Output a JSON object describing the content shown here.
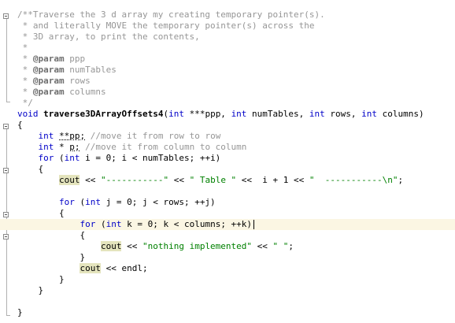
{
  "lines": [
    "/**Traverse the 3 d array my creating temporary pointer(s).",
    " * and literally MOVE the temporary pointer(s) across the",
    " * 3D array, to print the contents,",
    " *",
    " * @param ppp",
    " * @param numTables",
    " * @param rows",
    " * @param columns",
    " */",
    "void traverse3DArrayOffsets4(int ***ppp, int numTables, int rows, int columns)",
    "{",
    "    int **pp; //move it from row to row",
    "    int * p; //move it from column to column",
    "    for (int i = 0; i < numTables; ++i)",
    "    {",
    "        cout << \"-----------\" << \" Table \" << i + 1 << \"  -----------\\n\";",
    "",
    "        for (int j = 0; j < rows; ++j)",
    "        {",
    "            for (int k = 0; k < columns; ++k)",
    "            {",
    "                cout << \"nothing implemented\" << \" \";",
    "            }",
    "            cout << endl;",
    "        }",
    "    }",
    "",
    "}"
  ],
  "tokens": {
    "comment_open": "/**Traverse the 3 d array my creating temporary pointer(s).",
    "c1": " * and literally MOVE the temporary pointer(s) across the",
    "c2": " * 3D array, to print the contents,",
    "c3": " *",
    "star": " * ",
    "param_tag": "@param",
    "p_ppp": " ppp",
    "p_numTables": " numTables",
    "p_rows": " rows",
    "p_columns": " columns",
    "comment_close": " */",
    "kw_void": "void",
    "fn_name": "traverse3DArrayOffsets4",
    "kw_int": "int",
    "sig_a": "(",
    "sig_b": " ***ppp, ",
    "sig_c": " numTables, ",
    "sig_d": " rows, ",
    "sig_e": " columns)",
    "brace_open": "{",
    "brace_close": "}",
    "indent4": "    ",
    "indent8": "        ",
    "indent12": "            ",
    "indent16": "                ",
    "pp_decl": "**pp;",
    "pp_cmt": " //move it from row to row",
    "p_decl_a": "* ",
    "p_decl_b": "p;",
    "p_cmt": " //move it from column to column",
    "kw_for": "for",
    "for_i_a": " (",
    "for_i_b": " i = 0; i < numTables; ++i)",
    "cout": "cout",
    "ins": " << ",
    "str_dashes": "\"-----------\"",
    "str_table": "\" Table \"",
    "i_plus": " i + 1 << ",
    "str_tail": "\"  -----------\\n\"",
    "semi": ";",
    "for_j_b": " j = 0; j < rows; ++j)",
    "for_k_b": " k = 0; k < columns; ++k)",
    "str_nothing": "\"nothing implemented\"",
    "str_space": "\" \"",
    "endl_tail": " << endl;"
  }
}
